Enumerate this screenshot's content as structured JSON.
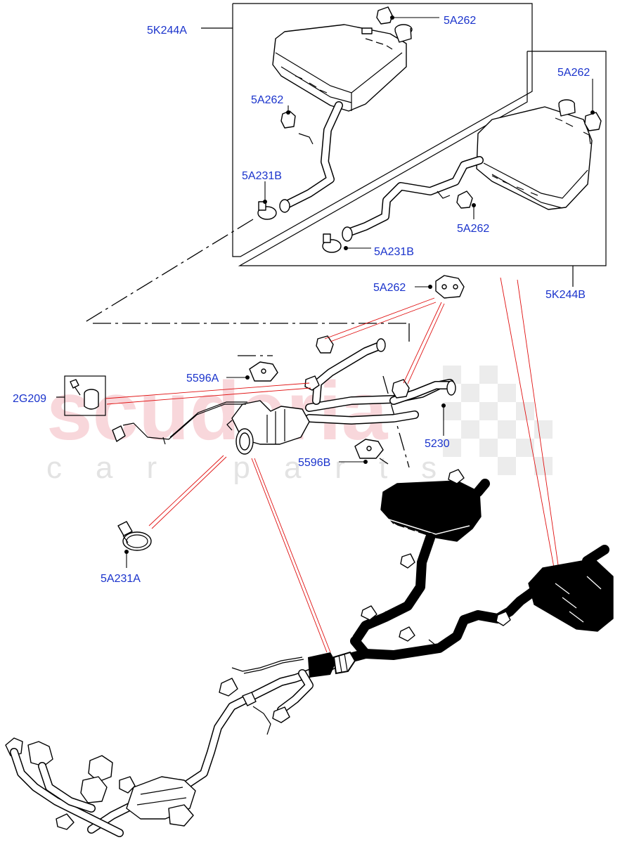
{
  "watermark": {
    "brand": "scuderia",
    "tagline": "car parts"
  },
  "labels": {
    "l_5K244A": "5K244A",
    "l_5A262_tr1": "5A262",
    "l_5A262_a": "5A262",
    "l_5A231B_a": "5A231B",
    "l_5A262_tr2": "5A262",
    "l_5A262_b": "5A262",
    "l_5A231B_b": "5A231B",
    "l_5A262_c": "5A262",
    "l_5K244B": "5K244B",
    "l_5596A": "5596A",
    "l_2G209": "2G209",
    "l_5230": "5230",
    "l_5596B": "5596B",
    "l_5A231A": "5A231A"
  },
  "colors": {
    "callout_text": "#1a33cc",
    "reference_lines": "#e01010",
    "watermark": "#f3b8bf"
  }
}
